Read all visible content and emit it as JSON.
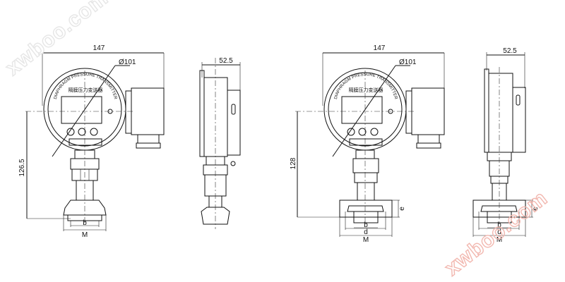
{
  "dimensions": {
    "overall_width": "147",
    "dial_diameter": "Ø101",
    "depth": "52.5",
    "height_left": "126.5",
    "height_right": "128",
    "b": "b",
    "d": "d",
    "M": "M",
    "e": "e"
  },
  "dial": {
    "title_en": "DIAPHRAGM PRESSURE TRANSMITTER",
    "title_cn": "隔膜压力变送器"
  },
  "watermark": "xwboo.com",
  "colors": {
    "line": "#111111",
    "watermark": "#f2b8b0"
  }
}
